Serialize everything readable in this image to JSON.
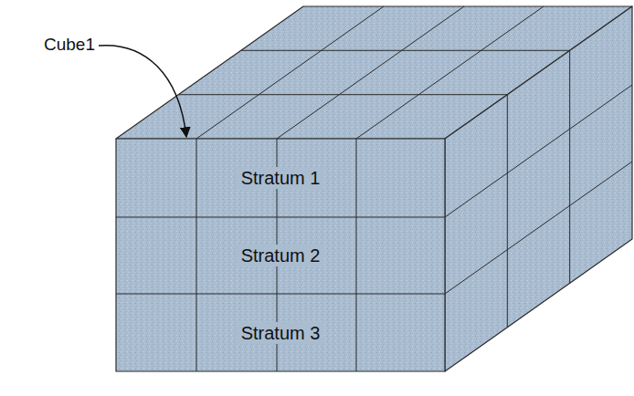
{
  "diagram": {
    "nodes": [
      {
        "text": [
          "Stratum 1"
        ]
      },
      {
        "text": [
          "Stratum 2"
        ]
      },
      {
        "text": [
          "Stratum 3"
        ]
      }
    ],
    "labels": [
      "Cube1"
    ]
  }
}
